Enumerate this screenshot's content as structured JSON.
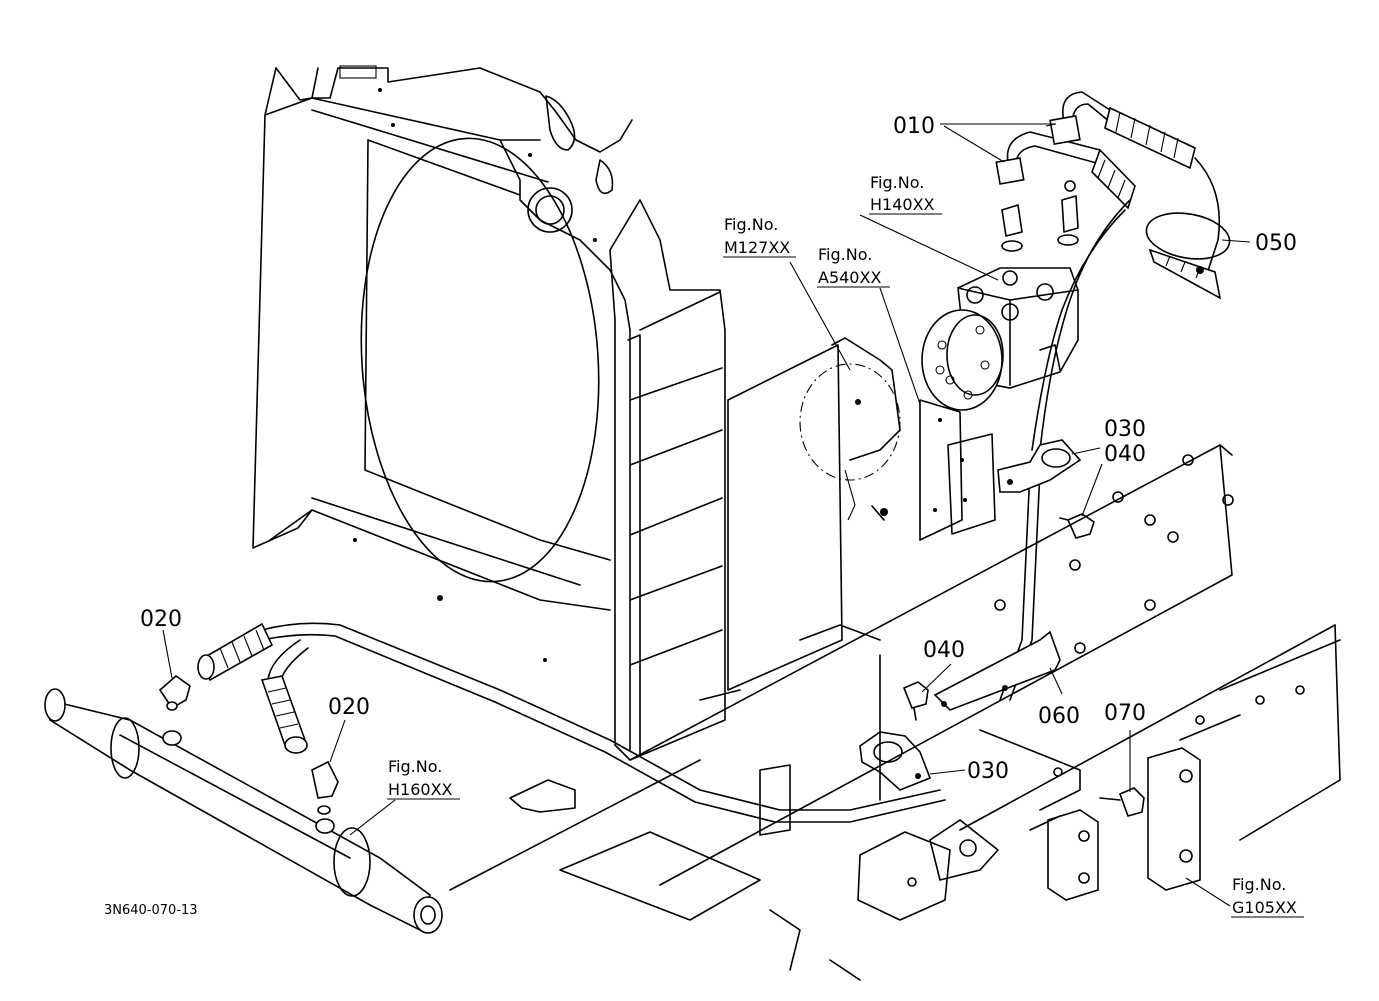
{
  "drawing_code": "3N640-070-13",
  "parts": {
    "p010": "010",
    "p020a": "020",
    "p020b": "020",
    "p030a": "030",
    "p030b": "030",
    "p040a": "040",
    "p040b": "040",
    "p050": "050",
    "p060": "060",
    "p070": "070"
  },
  "figure_refs": {
    "h140": {
      "prefix": "Fig.No.",
      "code": "H140XX"
    },
    "m127": {
      "prefix": "Fig.No.",
      "code": "M127XX"
    },
    "a540": {
      "prefix": "Fig.No.",
      "code": "A540XX"
    },
    "h160": {
      "prefix": "Fig.No.",
      "code": "H160XX"
    },
    "g105": {
      "prefix": "Fig.No.",
      "code": "G105XX"
    }
  }
}
